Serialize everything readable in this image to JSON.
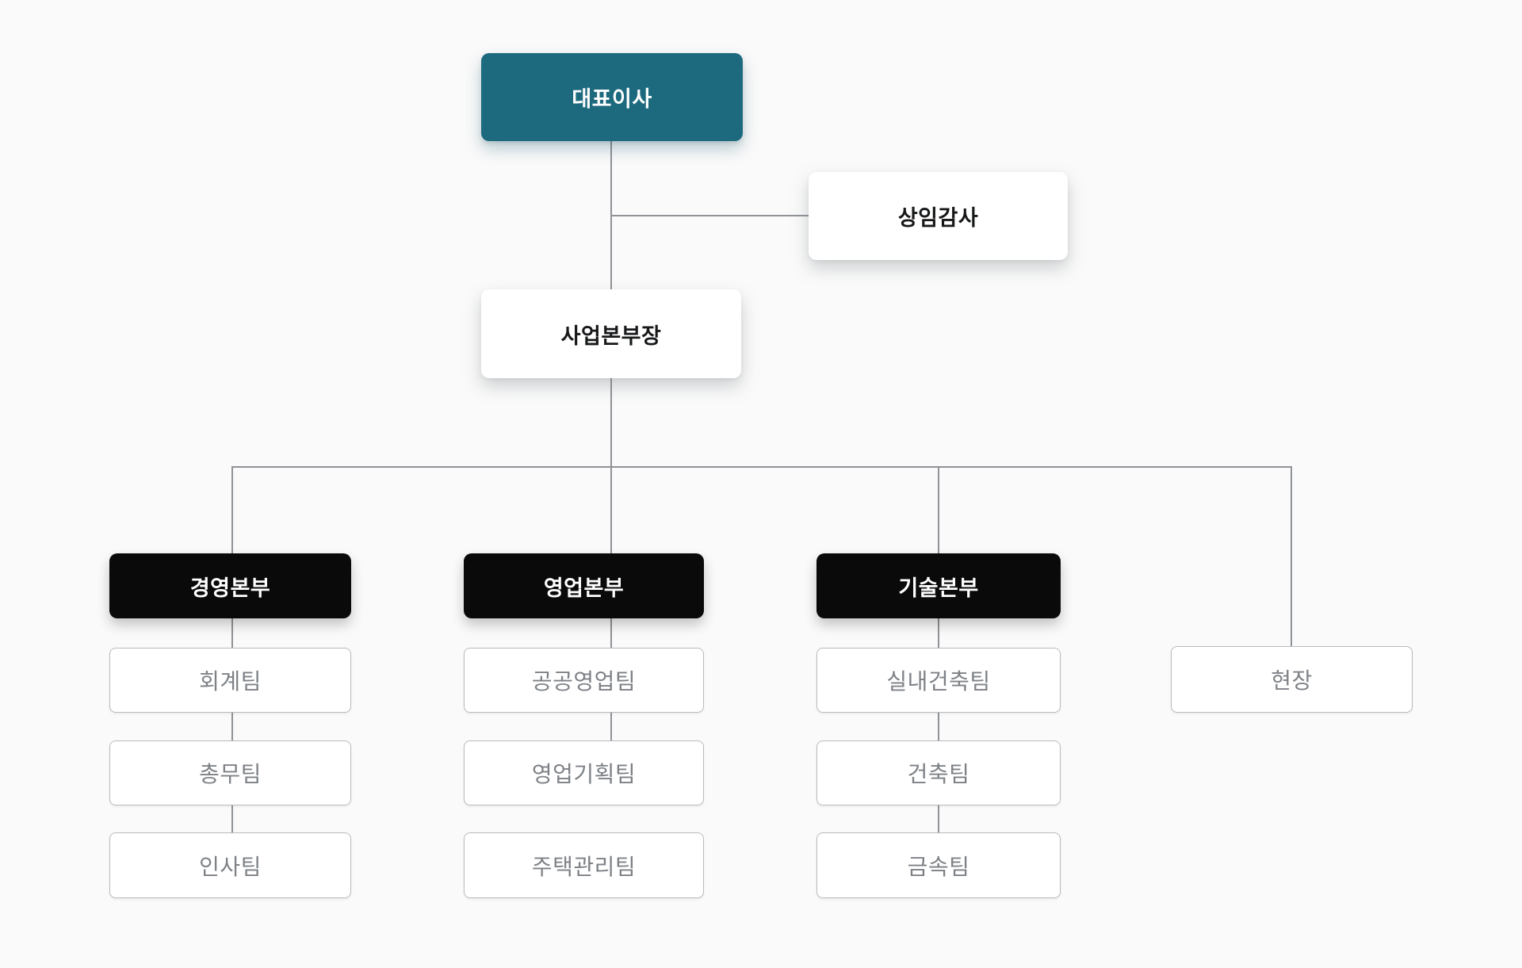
{
  "palette": {
    "background": "#fafafa",
    "accent_teal": "#1d6a7f",
    "node_black": "#0a0a0a",
    "card_white": "#ffffff",
    "connector_gray": "#8f9296",
    "team_border": "#b7babd",
    "team_text": "#7d8186",
    "title_text": "#17181a"
  },
  "org": {
    "ceo": {
      "label": "대표이사"
    },
    "auditor": {
      "label": "상임감사"
    },
    "division_head": {
      "label": "사업본부장"
    },
    "departments": [
      {
        "label": "경영본부",
        "teams": [
          "회계팀",
          "총무팀",
          "인사팀"
        ]
      },
      {
        "label": "영업본부",
        "teams": [
          "공공영업팀",
          "영업기획팀",
          "주택관리팀"
        ]
      },
      {
        "label": "기술본부",
        "teams": [
          "실내건축팀",
          "건축팀",
          "금속팀"
        ]
      }
    ],
    "field_office": {
      "label": "현장"
    }
  }
}
